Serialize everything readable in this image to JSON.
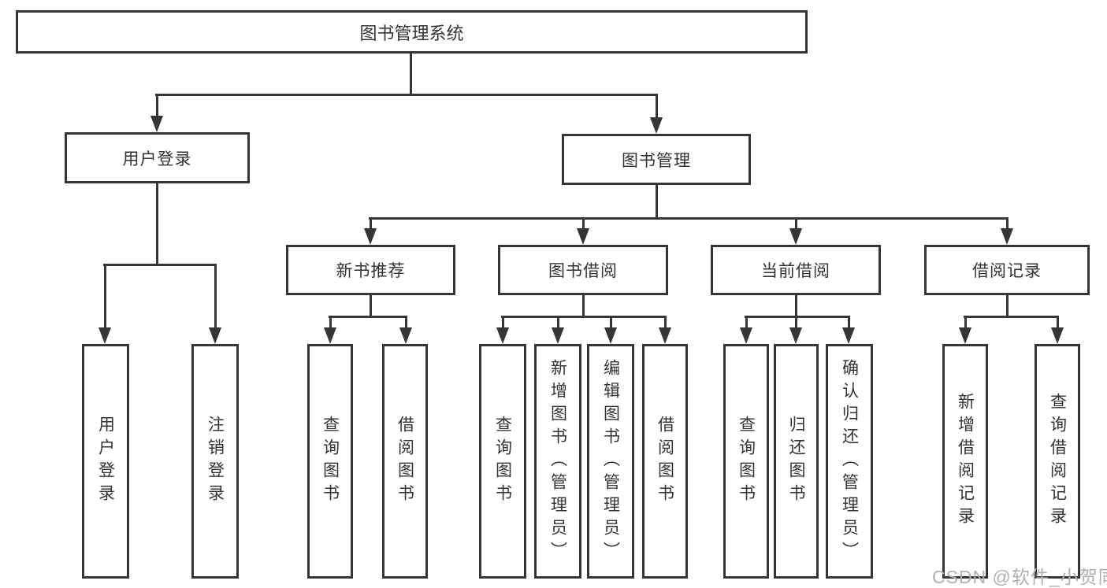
{
  "tree": {
    "label": "图书管理系统",
    "children": [
      {
        "label": "用户登录",
        "children": [
          {
            "label": "用户登录"
          },
          {
            "label": "注销登录"
          }
        ]
      },
      {
        "label": "图书管理",
        "children": [
          {
            "label": "新书推荐",
            "children": [
              {
                "label": "查询图书"
              },
              {
                "label": "借阅图书"
              }
            ]
          },
          {
            "label": "图书借阅",
            "children": [
              {
                "label": "查询图书"
              },
              {
                "label": "新增图书（管理员）"
              },
              {
                "label": "编辑图书（管理员）"
              },
              {
                "label": "借阅图书"
              }
            ]
          },
          {
            "label": "当前借阅",
            "children": [
              {
                "label": "查询图书"
              },
              {
                "label": "归还图书"
              },
              {
                "label": "确认归还（管理员）"
              }
            ]
          },
          {
            "label": "借阅记录",
            "children": [
              {
                "label": "新增借阅记录"
              },
              {
                "label": "查询借阅记录"
              }
            ]
          }
        ]
      }
    ]
  },
  "watermark": "CSDN @软件_小贺同学",
  "colors": {
    "line": "#363636",
    "text": "#333333",
    "watermark": "#b0b0b0",
    "background": "#ffffff"
  }
}
